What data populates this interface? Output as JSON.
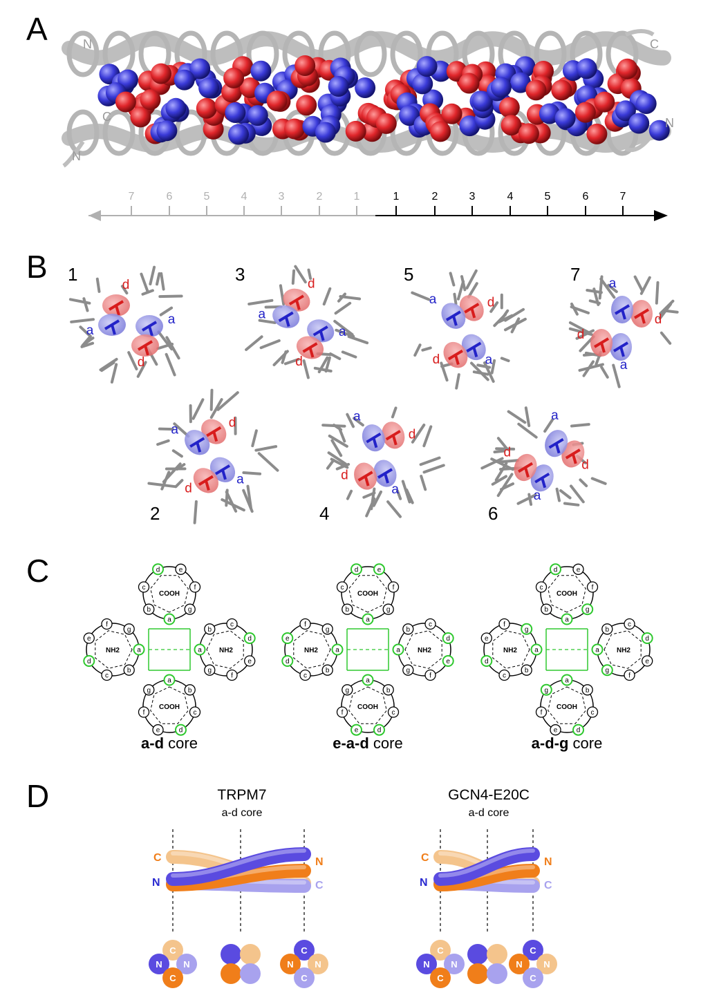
{
  "panels": {
    "A": {
      "label": "A",
      "termini_left": [
        "N",
        "C",
        "N"
      ],
      "termini_right": [
        "C",
        "N"
      ],
      "axis_left_ticks": [
        "7",
        "6",
        "5",
        "4",
        "3",
        "2",
        "1"
      ],
      "axis_right_ticks": [
        "1",
        "2",
        "3",
        "4",
        "5",
        "6",
        "7"
      ],
      "colors": {
        "red": "#e0262b",
        "blue": "#3a3ad8",
        "gray_axis": "#b0b0b0"
      }
    },
    "B": {
      "label": "B",
      "layers": [
        {
          "num": "1",
          "a_label": "a",
          "d_label": "d"
        },
        {
          "num": "3",
          "a_label": "a",
          "d_label": "d"
        },
        {
          "num": "5",
          "a_label": "a",
          "d_label": "d"
        },
        {
          "num": "7",
          "a_label": "a",
          "d_label": "d"
        },
        {
          "num": "2",
          "a_label": "a",
          "d_label": "d"
        },
        {
          "num": "4",
          "a_label": "a",
          "d_label": "d"
        },
        {
          "num": "6",
          "a_label": "a",
          "d_label": "d"
        }
      ]
    },
    "C": {
      "label": "C",
      "wheel_texts": {
        "cooh": "COOH",
        "nh2": "NH2"
      },
      "heptad": [
        "a",
        "b",
        "c",
        "d",
        "e",
        "f",
        "g"
      ],
      "captions": [
        {
          "bold": "a-d",
          "rest": " core"
        },
        {
          "bold": "e-a-d",
          "rest": " core"
        },
        {
          "bold": "a-d-g",
          "rest": " core"
        }
      ]
    },
    "D": {
      "label": "D",
      "models": [
        {
          "title": "TRPM7",
          "subtitle": "a-d core",
          "left_termini": [
            "C",
            "N"
          ],
          "right_termini": [
            "N",
            "C"
          ],
          "slice_letters": [
            [
              "C",
              "N",
              "N",
              "C"
            ],
            [
              "C",
              "N",
              "N",
              "C"
            ]
          ]
        },
        {
          "title": "GCN4-E20C",
          "subtitle": "a-d core",
          "left_termini": [
            "C",
            "N"
          ],
          "right_termini": [
            "N",
            "C"
          ],
          "slice_letters": [
            [
              "C",
              "N",
              "N",
              "C"
            ],
            [
              "C",
              "N",
              "N",
              "C"
            ]
          ]
        }
      ],
      "colors": {
        "tan": "#f4c48c",
        "orange": "#f07e1a",
        "blue": "#5a4be0",
        "lilac": "#a8a2ee"
      }
    }
  }
}
